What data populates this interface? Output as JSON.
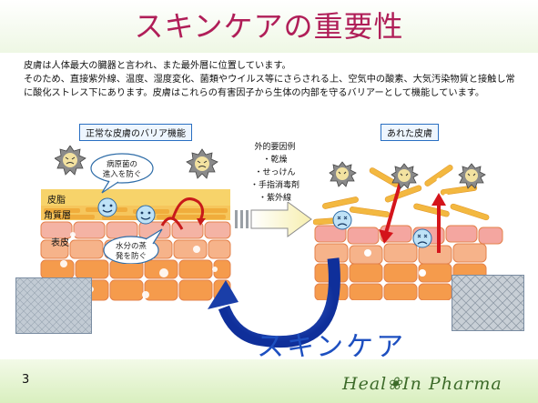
{
  "title": "スキンケアの重要性",
  "intro": {
    "line1": "皮膚は人体最大の臓器と言われ、また最外層に位置しています。",
    "line2": "そのため、直接紫外線、温度、湿度変化、菌類やウイルス等にさらされる上、空気中の酸素、大気汚染物質と接触し常に酸化ストレス下にあります。皮膚はこれらの有害因子から生体の内部を守るバリアーとして機能しています。"
  },
  "normal_label": "正常な皮膚のバリア機能",
  "damaged_label": "あれた皮膚",
  "external_factors": {
    "heading": "外的要因例",
    "items": [
      "・乾燥",
      "・せっけん",
      "・手指消毒剤",
      "・紫外線"
    ]
  },
  "layers": {
    "sebum": "皮脂",
    "stratum_corneum": "角質層",
    "epidermis": "表皮"
  },
  "bubbles": {
    "pathogen_line1": "病原菌の",
    "pathogen_line2": "進入を防ぐ",
    "moisture_line1": "水分の蒸",
    "moisture_line2": "発を防ぐ"
  },
  "skincare": "スキンケア",
  "page_number": "3",
  "brand": "Heal❀In Pharma",
  "colors": {
    "title": "#b01e58",
    "accent_blue": "#1d4fc0",
    "brand_green": "#3d6b2a",
    "arrow_red": "#d4141b",
    "cell_orange": "#f59b4c",
    "cell_pink": "#f4a6a0"
  }
}
